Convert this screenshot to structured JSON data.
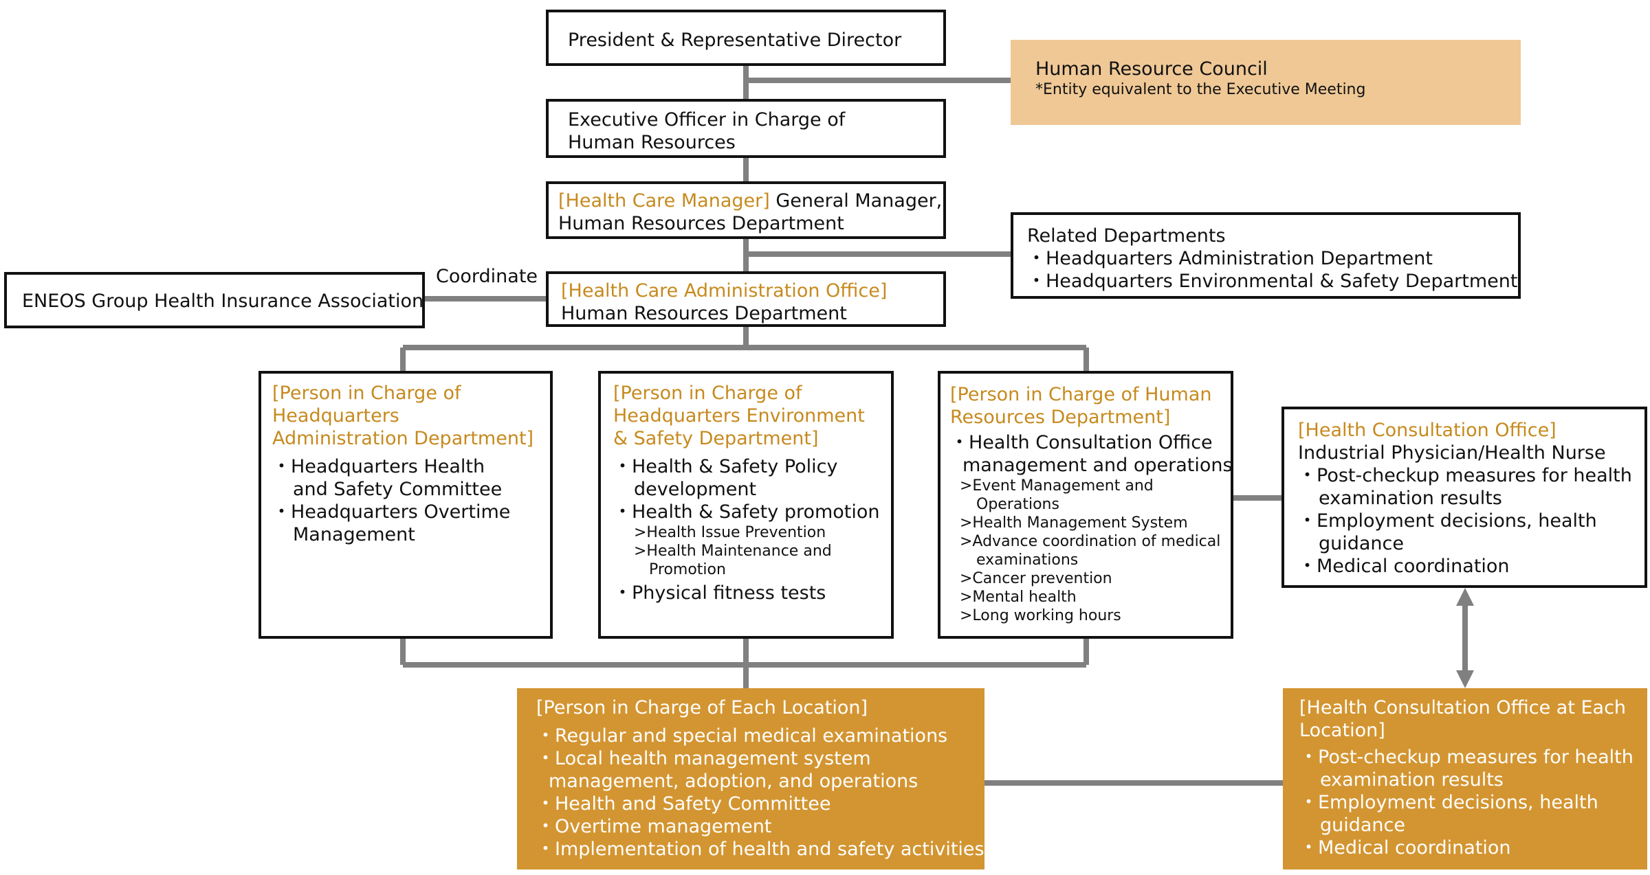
{
  "president": "President & Representative Director",
  "hr_council": {
    "title": "Human Resource Council",
    "note": "*Entity equivalent to the Executive Meeting"
  },
  "exec_officer": [
    "Executive Officer in Charge of",
    "Human Resources"
  ],
  "health_care_manager": {
    "tag": "[Health Care Manager]",
    "line1_rest": " General Manager,",
    "line2": "Human Resources Department"
  },
  "related_departments": {
    "title": "Related Departments",
    "items": [
      "・Headquarters Administration Department",
      "・Headquarters Environmental & Safety Department"
    ]
  },
  "insurance_association": "ENEOS Group Health Insurance Association",
  "coordinate_label": "Coordinate",
  "admin_office": {
    "tag": "[Health Care Administration Office]",
    "line2": "Human Resources Department"
  },
  "pic_admin": {
    "tag": [
      "[Person in Charge of",
      "Headquarters",
      "Administration Department]"
    ],
    "items": [
      "・Headquarters Health",
      "and Safety Committee",
      "・Headquarters Overtime",
      "Management"
    ]
  },
  "pic_env": {
    "tag": [
      "[Person in Charge of",
      "Headquarters Environment",
      "& Safety Department]"
    ],
    "items": [
      "・Health & Safety Policy",
      "development",
      "・Health & Safety promotion"
    ],
    "subitems": [
      ">Health Issue Prevention",
      ">Health Maintenance and",
      "Promotion"
    ],
    "last_item": "・Physical fitness tests"
  },
  "pic_hr": {
    "tag": [
      "[Person in Charge of Human",
      "Resources Department]"
    ],
    "items": [
      "・Health Consultation Office",
      "management and operations"
    ],
    "subitems": [
      ">Event Management and",
      "Operations",
      ">Health Management System",
      ">Advance coordination of medical",
      "examinations",
      ">Cancer prevention",
      ">Mental health",
      ">Long working hours"
    ]
  },
  "consult_office": {
    "tag": "[Health Consultation Office]",
    "subtitle": "Industrial Physician/Health Nurse",
    "items": [
      "・Post-checkup measures for health",
      "examination results",
      "・Employment decisions, health",
      "guidance",
      "・Medical coordination"
    ]
  },
  "pic_location": {
    "tag": "[Person in Charge of Each Location]",
    "items": [
      "・Regular and special medical examinations",
      "・Local health management system",
      "management, adoption, and operations",
      "・Health and Safety Committee",
      "・Overtime management",
      "・Implementation of health and safety activities"
    ]
  },
  "consult_location": {
    "tag": [
      "[Health Consultation Office at Each",
      "Location]"
    ],
    "items": [
      "・Post-checkup measures for health",
      "examination results",
      "・Employment decisions, health",
      "guidance",
      "・Medical coordination"
    ]
  },
  "colors": {
    "connector": "#808080",
    "accent_text": "#c68a1e",
    "gold_fill": "#d39531",
    "peach_fill": "#efc896"
  }
}
